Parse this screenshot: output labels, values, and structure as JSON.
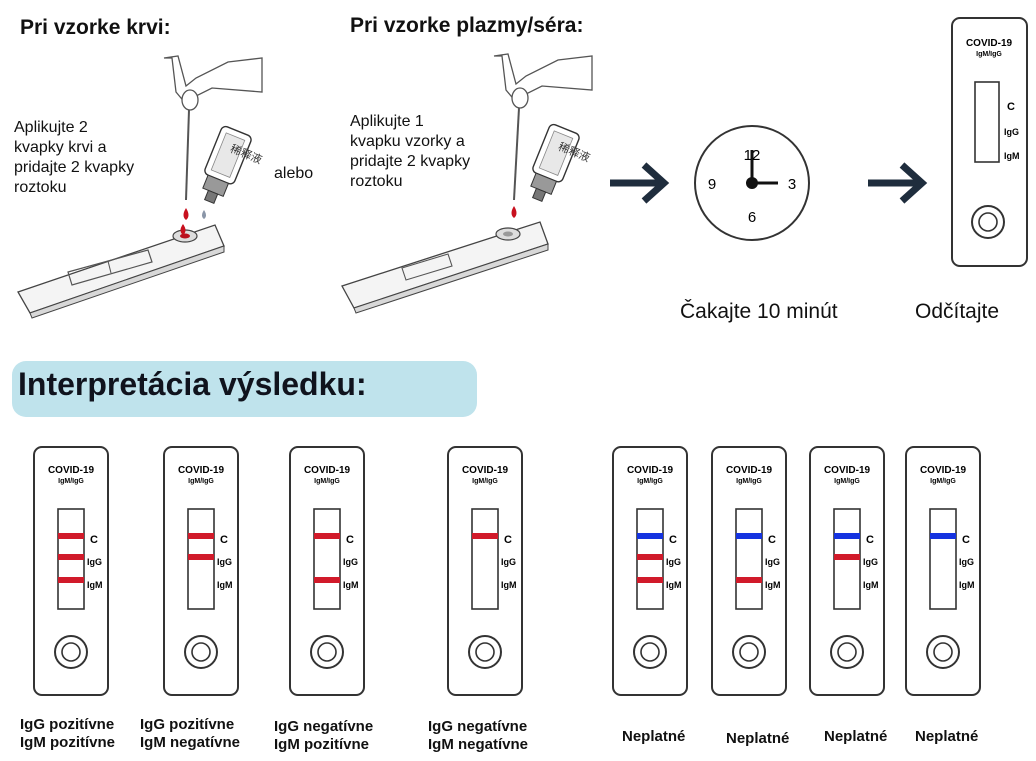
{
  "procedure": {
    "blood_heading": "Pri vzorke krvi:",
    "plasma_heading": "Pri vzorke plazmy/séra:",
    "blood_instruction": "Aplikujte 2\nkvapky krvi a\npridajte 2 kvapky\nroztoku",
    "or_text": "alebo",
    "plasma_instruction": "Aplikujte 1\nkvapku vzorky a\npridajte 2 kvapky\nroztoku",
    "wait_text": "Čakajte 10  minút",
    "read_text": "Odčítajte",
    "clock_numbers": [
      "12",
      "3",
      "6",
      "9"
    ],
    "bottle_label": "稀释液"
  },
  "kit": {
    "title_line1": "COVID-19",
    "title_line2": "IgM/IgG",
    "marker_c": "C",
    "marker_igg": "IgG",
    "marker_igm": "IgM"
  },
  "interpretation": {
    "title": "Interpretácia výsledku:",
    "results": [
      {
        "label": "IgG pozitívne\nIgM pozitívne",
        "c": "red",
        "igg": true,
        "igm": true
      },
      {
        "label": "IgG pozitívne\nIgM negatívne",
        "c": "red",
        "igg": true,
        "igm": false
      },
      {
        "label": "IgG negatívne\nIgM pozitívne",
        "c": "red",
        "igg": false,
        "igm": true
      },
      {
        "label": "IgG negatívne\nIgM negatívne",
        "c": "red",
        "igg": false,
        "igm": false
      },
      {
        "label": "Neplatné",
        "c": "blue",
        "igg": true,
        "igm": true
      },
      {
        "label": "Neplatné",
        "c": "blue",
        "igg": false,
        "igm": true
      },
      {
        "label": "Neplatné",
        "c": "blue",
        "igg": true,
        "igm": false
      },
      {
        "label": "Neplatné",
        "c": "blue",
        "igg": false,
        "igm": false
      }
    ]
  },
  "colors": {
    "line_red": "#d11a2a",
    "line_blue": "#1533e0",
    "banner": "#bfe3ec",
    "arrow": "#1f2d3d"
  }
}
